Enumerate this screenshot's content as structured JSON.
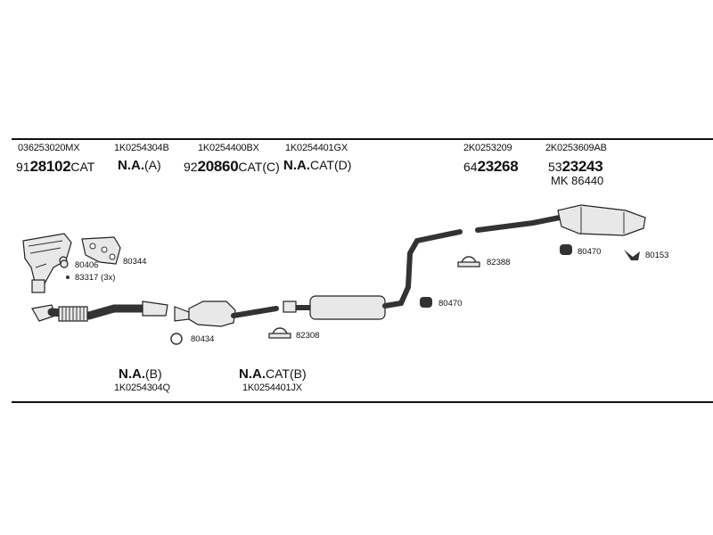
{
  "header_parts": [
    {
      "code": "036253020MX",
      "prefix": "91",
      "number": "28102",
      "suffix": "CAT"
    },
    {
      "code": "1K0254304B",
      "na": "N.A.",
      "suffix": "(A)"
    },
    {
      "code": "1K0254400BX",
      "prefix": "92",
      "number": "20860",
      "suffix": "CAT(C)"
    },
    {
      "code": "1K0254401GX",
      "na": "N.A.",
      "suffix": "CAT(D)"
    },
    {
      "code": "2K0253209",
      "prefix": "64",
      "number": "23268",
      "suffix": ""
    },
    {
      "code": "2K0253609AB",
      "prefix": "53",
      "number": "23243",
      "suffix": ""
    }
  ],
  "extra_ref": {
    "prefix": "MK",
    "number": "86440"
  },
  "footer_parts": [
    {
      "na": "N.A.",
      "suffix": "(B)",
      "code": "1K0254304Q"
    },
    {
      "na": "N.A.",
      "suffix": "CAT(B)",
      "code": "1K0254401JX"
    }
  ],
  "component_labels": {
    "gasket_1": "80406",
    "gasket_2": "80344",
    "bolts": "83317 (3x)",
    "ring": "80434",
    "clamp_1": "82308",
    "clamp_2": "82388",
    "hanger_1": "80470",
    "hanger_2": "80470",
    "hanger_3": "80153"
  }
}
